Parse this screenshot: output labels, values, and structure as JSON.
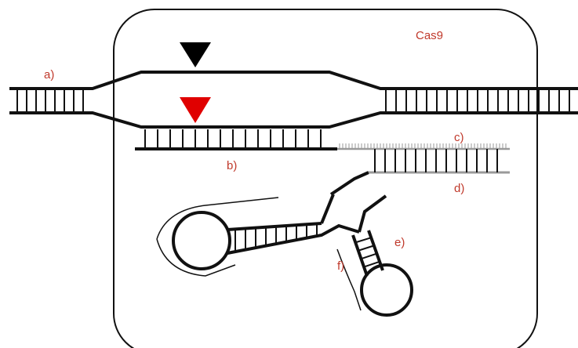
{
  "labels": {
    "cas9": "Cas9",
    "a": "a)",
    "b": "b)",
    "c": "c)",
    "d": "d)",
    "e": "e)",
    "f": "f)"
  },
  "colors": {
    "strand": "#111111",
    "label": "#c0392b",
    "cut_marker_top": "#000000",
    "cut_marker_bottom": "#e00000",
    "guide_tail": "#9a9a9a"
  }
}
